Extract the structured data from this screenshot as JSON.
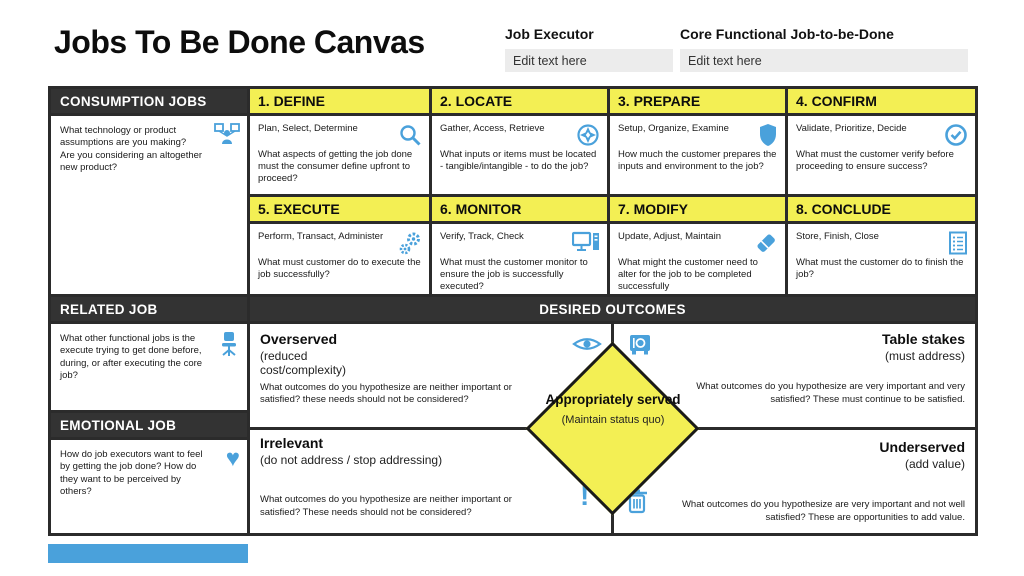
{
  "colors": {
    "accent_blue": "#4AA1DB",
    "accent_yellow": "#F3EF54",
    "header_dark": "#333333",
    "border": "#2b2b2b",
    "input_bg": "#ececec"
  },
  "header": {
    "title": "Jobs To Be Done Canvas",
    "fields": [
      {
        "label": "Job Executor",
        "value": "Edit text here",
        "icon": "text-input"
      },
      {
        "label": "Core Functional Job-to-be-Done",
        "value": "Edit text here",
        "icon": "text-input"
      }
    ]
  },
  "left_sections": [
    {
      "label": "CONSUMPTION JOBS",
      "icon": "org-group-icon",
      "text": "What technology or product assumptions are you making?\nAre you considering an altogether new product?"
    },
    {
      "label": "RELATED JOB",
      "icon": "office-chair-icon",
      "text": "What other functional jobs is the execute trying to get done before, during, or after executing the core job?"
    },
    {
      "label": "EMOTIONAL JOB",
      "icon": "heart-icon",
      "text": "How do job executors want to feel by getting the job done? How do they want to be perceived by others?"
    }
  ],
  "job_steps": [
    {
      "label": "1. DEFINE",
      "verbs": "Plan, Select, Determine",
      "icon": "search-icon",
      "question": "What aspects of getting the job done must the consumer define upfront to proceed?"
    },
    {
      "label": "2. LOCATE",
      "verbs": "Gather, Access, Retrieve",
      "icon": "compass-icon",
      "question": "What inputs or items must be located - tangible/intangible - to do the job?"
    },
    {
      "label": "3. PREPARE",
      "verbs": "Setup, Organize, Examine",
      "icon": "shield-icon",
      "question": "How much the customer prepares the inputs and environment to the job?"
    },
    {
      "label": "4. CONFIRM",
      "verbs": "Validate, Prioritize, Decide",
      "icon": "check-circle-icon",
      "question": "What must the customer verify before proceeding to ensure success?"
    },
    {
      "label": "5. EXECUTE",
      "verbs": "Perform, Transact, Administer",
      "icon": "gears-icon",
      "question": "What must customer do to execute the job successfully?"
    },
    {
      "label": "6. MONITOR",
      "verbs": "Verify, Track, Check",
      "icon": "monitor-icon",
      "question": "What must the customer monitor to ensure the job is successfully executed?"
    },
    {
      "label": "7. MODIFY",
      "verbs": "Update, Adjust, Maintain",
      "icon": "eraser-icon",
      "question": "What might the customer need to alter for the job to be completed successfully"
    },
    {
      "label": "8. CONCLUDE",
      "verbs": "Store, Finish, Close",
      "icon": "clipboard-icon",
      "question": "What must the customer do to finish the job?"
    }
  ],
  "desired_outcomes": {
    "label": "DESIRED OUTCOMES",
    "quadrants": [
      {
        "title": "Overserved",
        "subtitle": "(reduced cost/complexity)",
        "icon": "eye-icon",
        "question": "What outcomes do you hypothesize are neither important or satisfied? these needs should not be considered?"
      },
      {
        "title": "Table stakes",
        "subtitle": "(must address)",
        "icon": "safe-icon",
        "question": "What outcomes do you hypothesize are very important and very satisfied? These must continue to be satisfied."
      },
      {
        "title": "Irrelevant",
        "subtitle": "(do not address / stop addressing)",
        "icon": "exclamation-icon",
        "question": "What outcomes do you hypothesize are neither important or satisfied? These needs should not be considered?"
      },
      {
        "title": "Underserved",
        "subtitle": "(add value)",
        "icon": "trash-icon",
        "question": "What outcomes do you hypothesize are very important and not well satisfied? These are opportunities to add value."
      }
    ],
    "center": {
      "title": "Appropriately served",
      "subtitle": "(Maintain status quo)",
      "exclamation_glyph": "!",
      "heart_glyph": "♥"
    }
  }
}
